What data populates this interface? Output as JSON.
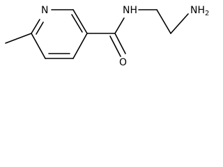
{
  "molecule": {
    "atoms": {
      "ring_n": "N",
      "amide_o": "O",
      "amide_nh": "NH",
      "amine": {
        "main": "NH",
        "subscript": "2"
      }
    }
  }
}
